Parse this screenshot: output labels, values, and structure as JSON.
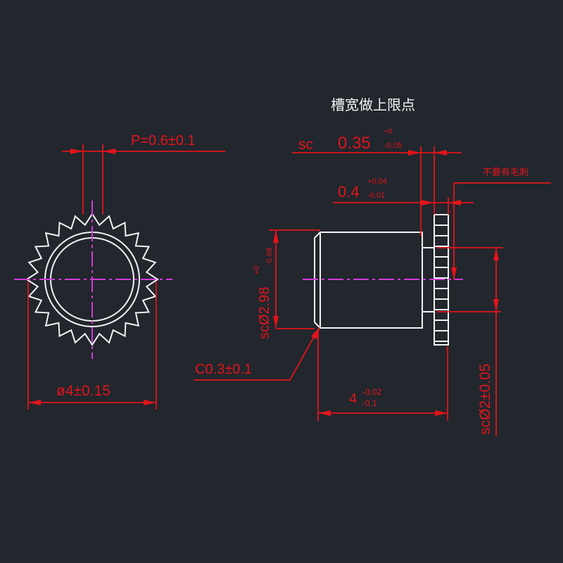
{
  "title": "槽宽做上限点",
  "note_no_burr": "不要有毛刺",
  "dimensions": {
    "pitch": "P=0.6±0.1",
    "outer_diameter": "ø4±0.15",
    "slot_prefix": "sc",
    "slot_width": "0.35",
    "slot_upper_tol": "+0",
    "slot_lower_tol": "-0.05",
    "flange_width": "0.4",
    "flange_upper_tol": "+0.04",
    "flange_lower_tol": "-0.01",
    "body_diameter": "scØ2.98",
    "body_upper_tol": "+0",
    "body_lower_tol": "-0.08",
    "neck_diameter": "scØ2±0.05",
    "chamfer": "C0.3±0.1",
    "length": "4",
    "length_upper_tol": "-0.02",
    "length_lower_tol": "-0.1"
  },
  "colors": {
    "background": "#22262d",
    "dimension": "#e3141b",
    "outline": "#f2f2f2",
    "centerline": "#d23ad8"
  }
}
